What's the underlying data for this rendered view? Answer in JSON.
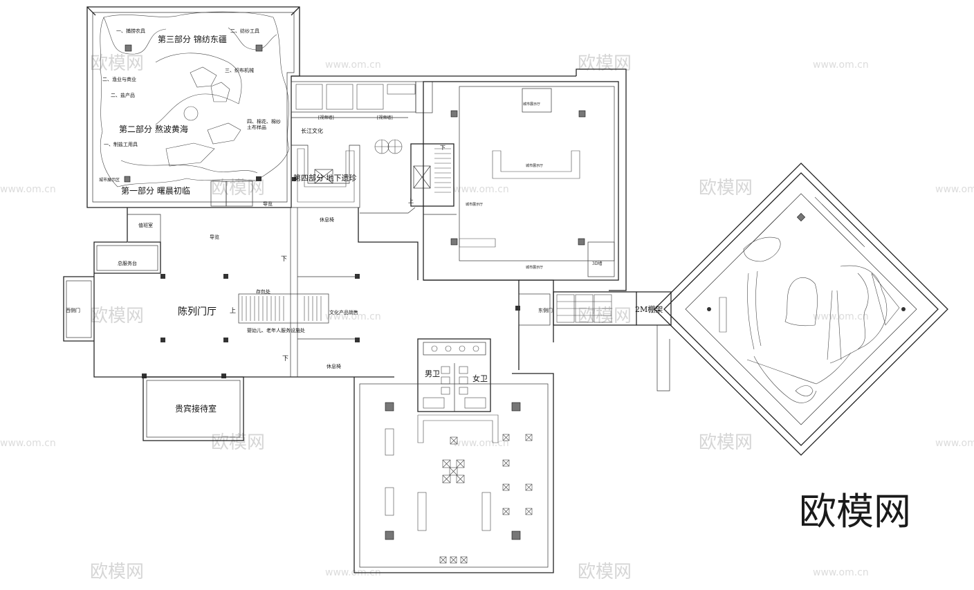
{
  "watermark": {
    "text": "欧模网",
    "url": "www.om.cn"
  },
  "brand": "欧模网",
  "labels": {
    "part3": "第三部分  锦纺东疆",
    "part2": "第二部分  熬波黄海",
    "part1": "第一部分  曙晨初临",
    "part4": "第四部分  地下遗珍",
    "p3_a": "一、捕捞农具",
    "p3_b": "二、纺纱工具",
    "p3_c": "三、织布机械",
    "p2_a": "二、渔业与商业",
    "p2_b": "二、盐产品",
    "p2_c": "一、制盐工用具",
    "p2_d": "四、棉花、棉纱\n土布样品",
    "p1_a": "城市展示区",
    "p4_a": "长江文化",
    "exh_hall": "陈列门厅",
    "vip": "贵宾接待室",
    "gift": "文化产品销售",
    "baby": "婴幼儿、老年人服务设施处",
    "storage": "存包处",
    "duty": "值班室",
    "service": "总服务台",
    "guide": "导览",
    "guide2": "导览",
    "rest1": "休息椅",
    "rest2": "休息椅",
    "men": "男卫",
    "women": "女卫",
    "shed": "2M棚架",
    "east_door": "东侧门",
    "west_door": "西侧门",
    "down1": "下",
    "down2": "下",
    "down3": "下",
    "up1": "上",
    "up2": "上",
    "rec": "[视频墙]",
    "rec2": "[视频墙]",
    "hall_a": "城市展示厅",
    "hall_b": "城市展示厅",
    "hall_c": "城市展示厅",
    "hall_d": "城市展示厅",
    "x3": "3D墙"
  }
}
